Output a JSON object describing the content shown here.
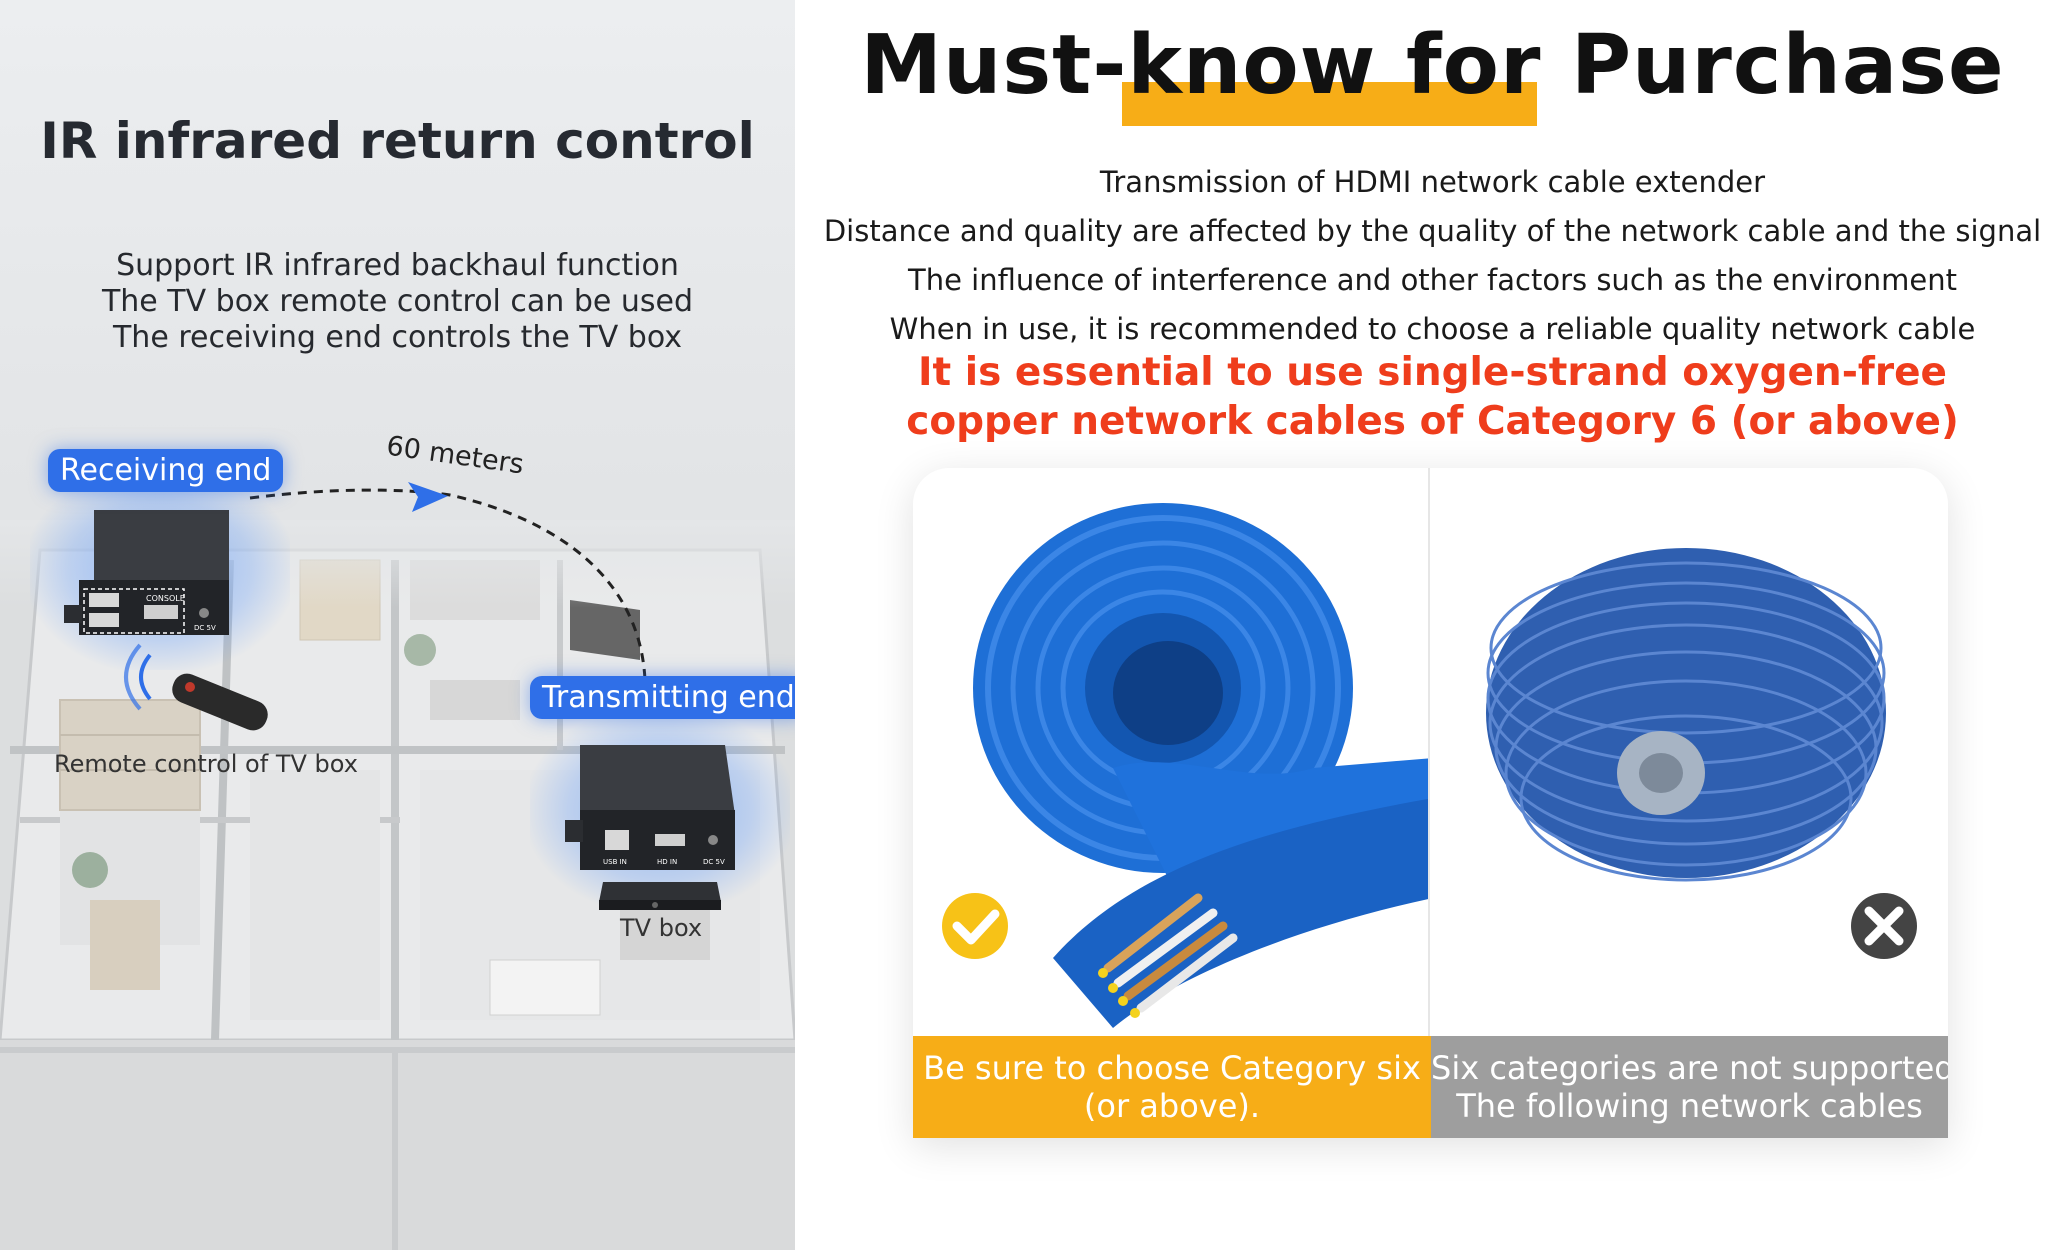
{
  "left": {
    "title": "IR infrared return control",
    "subtitle_lines": [
      "Support IR infrared backhaul function",
      "The TV box remote control can be used",
      "The receiving end controls the TV box"
    ],
    "receiving_label": "Receiving end",
    "distance_label": "60 meters",
    "transmitting_label": "Transmitting end",
    "remote_label": "Remote control of TV box",
    "tvbox_label": "TV box",
    "receiver_ports": [
      "CONSOLE",
      "DC 5V"
    ],
    "sender_ports": [
      "USB IN",
      "HD IN",
      "DC 5V"
    ],
    "accent_color": "#2f6fe8"
  },
  "right": {
    "title": "Must-know for Purchase",
    "highlight_color": "#f7ad17",
    "lines": [
      "Transmission of HDMI network cable extender",
      "Distance and quality are affected by the quality of the network cable and the signal",
      "The influence of interference and other factors such as the environment",
      "When in use, it is recommended to choose a reliable quality network cable"
    ],
    "warning_lines": [
      "It is essential to use single-strand oxygen-free",
      "copper network cables of Category 6 (or above)"
    ],
    "warning_color": "#ef3d1c",
    "good_caption": [
      "Be sure to choose Category six",
      "(or above)."
    ],
    "bad_caption": [
      "Six categories are not supported",
      "The following network cables"
    ],
    "good_icon": "check-circle-icon",
    "bad_icon": "x-circle-icon"
  }
}
